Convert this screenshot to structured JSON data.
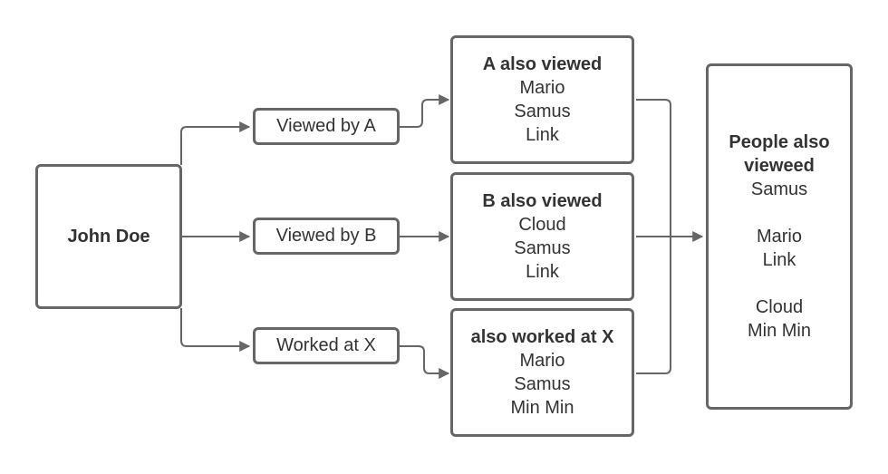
{
  "nodes": {
    "source": {
      "title": "John Doe"
    },
    "viewed_a": {
      "label": "Viewed by A"
    },
    "viewed_b": {
      "label": "Viewed by B"
    },
    "worked_x": {
      "label": "Worked at X"
    },
    "a_also": {
      "title": "A also viewed",
      "items": [
        "Mario",
        "Samus",
        "Link"
      ]
    },
    "b_also": {
      "title": "B also viewed",
      "items": [
        "Cloud",
        "Samus",
        "Link"
      ]
    },
    "x_also": {
      "title": "also worked at X",
      "items": [
        "Mario",
        "Samus",
        "Min Min"
      ]
    },
    "result": {
      "title_line1": "People also",
      "title_line2": "vieweed",
      "groups": [
        [
          "Samus"
        ],
        [
          "Mario",
          "Link"
        ],
        [
          "Cloud",
          "Min Min"
        ]
      ]
    }
  },
  "colors": {
    "stroke": "#666666",
    "text": "#333333"
  }
}
